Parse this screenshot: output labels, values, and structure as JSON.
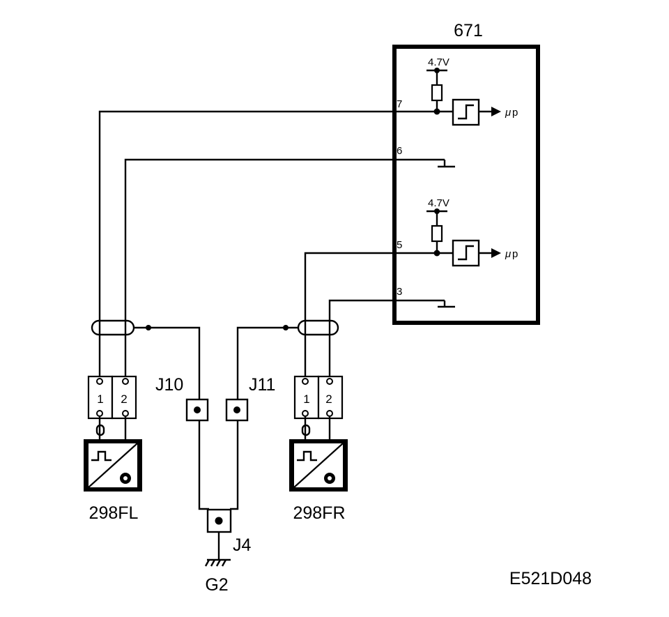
{
  "module": {
    "id": "671",
    "pins": [
      "7",
      "6",
      "5",
      "3"
    ],
    "supply": "4.7V",
    "output": "p",
    "output_prefix": "μ"
  },
  "sensors": [
    {
      "id": "298FL",
      "pins": [
        "1",
        "2"
      ]
    },
    {
      "id": "298FR",
      "pins": [
        "1",
        "2"
      ]
    }
  ],
  "junctions": {
    "j10": "J10",
    "j11": "J11",
    "j4": "J4"
  },
  "ground": "G2",
  "figure_code": "E521D048"
}
